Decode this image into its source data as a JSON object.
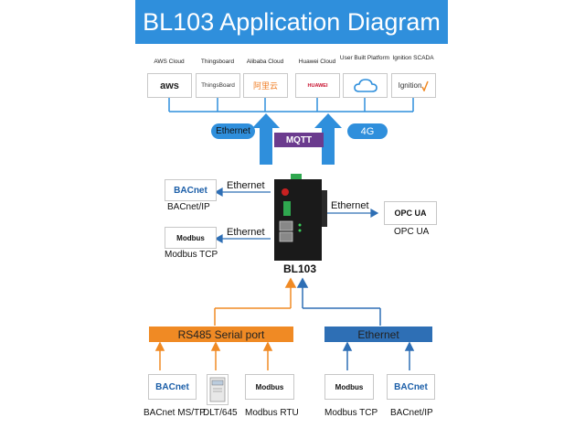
{
  "title": "BL103 Application Diagram",
  "clouds": [
    {
      "label": "AWS Cloud",
      "logo": "aws"
    },
    {
      "label": "Thingsboard",
      "logo": "ThingsBoard"
    },
    {
      "label": "Alibaba Cloud",
      "logo": "阿里云"
    },
    {
      "label": "Huawei Cloud",
      "logo": "HUAWEI"
    },
    {
      "label": "User Built Platform",
      "logo": ""
    },
    {
      "label": "Ignition SCADA",
      "logo": "Ignition"
    }
  ],
  "uplink": {
    "ethernet": "Ethernet",
    "mqtt": "MQTT",
    "cellular": "4G"
  },
  "device": {
    "name": "BL103"
  },
  "left_devices": [
    {
      "logo": "BACnet",
      "label": "BACnet/IP",
      "link": "Ethernet"
    },
    {
      "logo": "Modbus",
      "label": "Modbus TCP",
      "link": "Ethernet"
    }
  ],
  "right_device": {
    "logo": "OPC UA",
    "label": "OPC UA",
    "link": "Ethernet"
  },
  "serial_bar": {
    "label": "RS485 Serial port",
    "color": "#f08a24"
  },
  "ethernet_bar": {
    "label": "Ethernet",
    "color": "#2e6fb5"
  },
  "serial_devices": [
    {
      "logo": "BACnet",
      "label": "BACnet MS/TP"
    },
    {
      "logo": "",
      "label": "DLT/645"
    },
    {
      "logo": "Modbus",
      "label": "Modbus RTU"
    }
  ],
  "ethernet_devices": [
    {
      "logo": "Modbus",
      "label": "Modbus TCP"
    },
    {
      "logo": "BACnet",
      "label": "BACnet/IP"
    }
  ]
}
